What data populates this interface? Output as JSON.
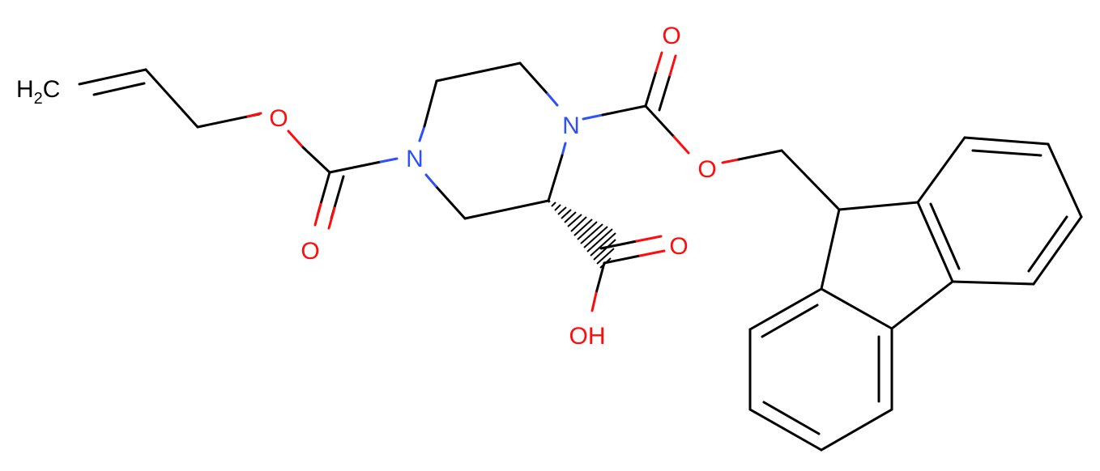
{
  "colors": {
    "carbon": "#000000",
    "oxygen": "#ff0d0d",
    "nitrogen": "#3050f8",
    "background": "#ffffff"
  },
  "atoms": {
    "h2c": {
      "main": "H",
      "sub": "2",
      "tail": "C"
    },
    "o_allyl_ether": "O",
    "o_allyl_carbonyl": "O",
    "n4": "N",
    "n1": "N",
    "o_fmoc_carbonyl": "O",
    "o_fmoc_ether": "O",
    "o_acid_carbonyl": "O",
    "oh_acid": "OH"
  }
}
